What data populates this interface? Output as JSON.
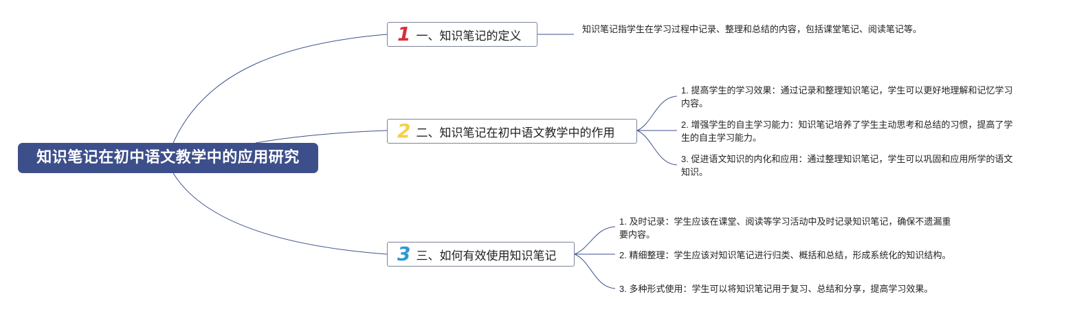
{
  "root": {
    "title": "知识笔记在初中语文教学中的应用研究"
  },
  "colors": {
    "root_bg": "#3d4f8b",
    "connector": "#3d4f8b",
    "num_1": "#d6303d",
    "num_2": "#f4cf4a",
    "num_3": "#2f97d6"
  },
  "branches": [
    {
      "num": "1",
      "label": "一、知识笔记的定义",
      "leaves": [
        "知识笔记指学生在学习过程中记录、整理和总结的内容，包括课堂笔记、阅读笔记等。"
      ]
    },
    {
      "num": "2",
      "label": "二、知识笔记在初中语文教学中的作用",
      "leaves": [
        "1. 提高学生的学习效果：通过记录和整理知识笔记，学生可以更好地理解和记忆学习内容。",
        "2. 增强学生的自主学习能力：知识笔记培养了学生主动思考和总结的习惯，提高了学生的自主学习能力。",
        "3. 促进语文知识的内化和应用：通过整理知识笔记，学生可以巩固和应用所学的语文知识。"
      ]
    },
    {
      "num": "3",
      "label": "三、如何有效使用知识笔记",
      "leaves": [
        "1. 及时记录：学生应该在课堂、阅读等学习活动中及时记录知识笔记，确保不遗漏重要内容。",
        "2. 精细整理：学生应该对知识笔记进行归类、概括和总结，形成系统化的知识结构。",
        "3. 多种形式使用：学生可以将知识笔记用于复习、总结和分享，提高学习效果。"
      ]
    }
  ]
}
